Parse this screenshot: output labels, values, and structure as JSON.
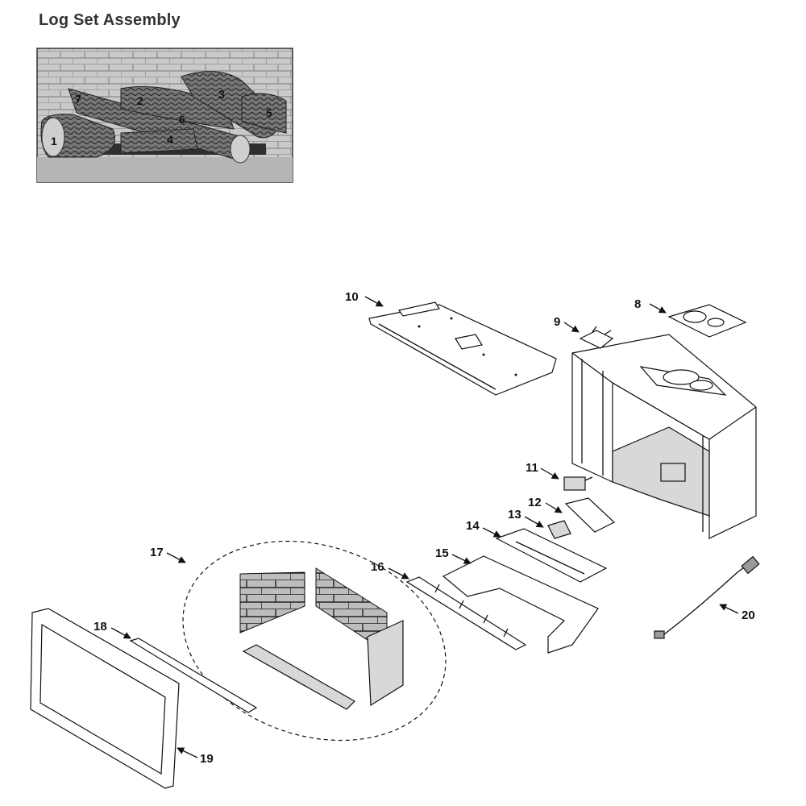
{
  "header": {
    "title": "Log Set Assembly"
  },
  "log_set": {
    "labels": [
      "1",
      "2",
      "3",
      "4",
      "5",
      "6",
      "7"
    ]
  },
  "parts": {
    "labels": [
      "8",
      "9",
      "10",
      "11",
      "12",
      "13",
      "14",
      "15",
      "16",
      "17",
      "18",
      "19",
      "20"
    ]
  }
}
